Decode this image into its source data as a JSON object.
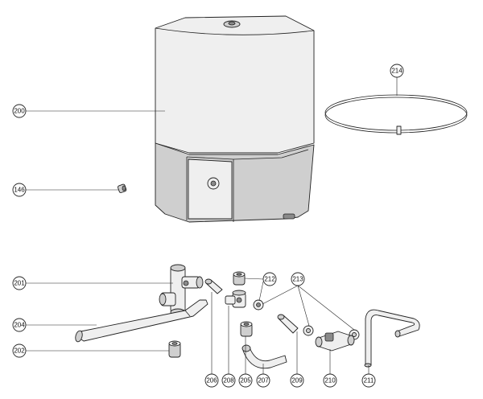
{
  "diagram": {
    "callouts": [
      {
        "id": "c200",
        "label": "200"
      },
      {
        "id": "c214",
        "label": "214"
      },
      {
        "id": "c146",
        "label": "146"
      },
      {
        "id": "c201",
        "label": "201"
      },
      {
        "id": "c204",
        "label": "204"
      },
      {
        "id": "c202",
        "label": "202"
      },
      {
        "id": "c212",
        "label": "212"
      },
      {
        "id": "c213",
        "label": "213"
      },
      {
        "id": "c206",
        "label": "206"
      },
      {
        "id": "c208",
        "label": "208"
      },
      {
        "id": "c205",
        "label": "205"
      },
      {
        "id": "c207",
        "label": "207"
      },
      {
        "id": "c209",
        "label": "209"
      },
      {
        "id": "c210",
        "label": "210"
      },
      {
        "id": "c211",
        "label": "211"
      }
    ]
  }
}
